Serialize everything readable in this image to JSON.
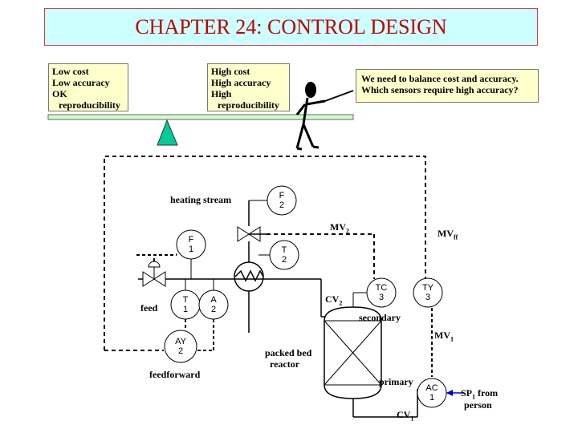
{
  "title": "CHAPTER 24: CONTROL DESIGN",
  "low_box": {
    "line1": "Low cost",
    "line2": "Low accuracy",
    "line3": "OK",
    "line4": "reproducibility"
  },
  "high_box": {
    "line1": "High cost",
    "line2": "High accuracy",
    "line3": "High",
    "line4": "reproducibility"
  },
  "callout": {
    "line1": "We need to balance cost and accuracy.",
    "line2": "Which sensors require high accuracy?"
  },
  "labels": {
    "heating_stream": "heating stream",
    "feed": "feed",
    "feedforward": "feedforward",
    "packed_bed": "packed bed",
    "reactor": "reactor",
    "secondary": "secondary",
    "primary": "primary",
    "mv2": "MV",
    "mv2_sub": "2",
    "mvff": "MV",
    "mvff_sub": "ff",
    "mv1": "MV",
    "mv1_sub": "1",
    "cv2": "CV",
    "cv2_sub": "2",
    "cv1": "CV",
    "cv1_sub": "1",
    "sp1": "SP",
    "sp1_sub": "1",
    "sp1_rest": " from",
    "person": "person"
  },
  "instruments": {
    "f2": {
      "tag": "F",
      "num": "2"
    },
    "f1": {
      "tag": "F",
      "num": "1"
    },
    "t2": {
      "tag": "T",
      "num": "2"
    },
    "t1": {
      "tag": "T",
      "num": "1"
    },
    "a2": {
      "tag": "A",
      "num": "2"
    },
    "tc3": {
      "tag": "TC",
      "num": "3"
    },
    "ty3": {
      "tag": "TY",
      "num": "3"
    },
    "ay2": {
      "tag": "AY",
      "num": "2"
    },
    "ac1": {
      "tag": "AC",
      "num": "1"
    }
  },
  "colors": {
    "title_bg": "#ccffff",
    "title_text": "#c00000",
    "note_bg": "#ffffcc",
    "beam": "#ccffcc",
    "pivot": "#00cc99"
  }
}
